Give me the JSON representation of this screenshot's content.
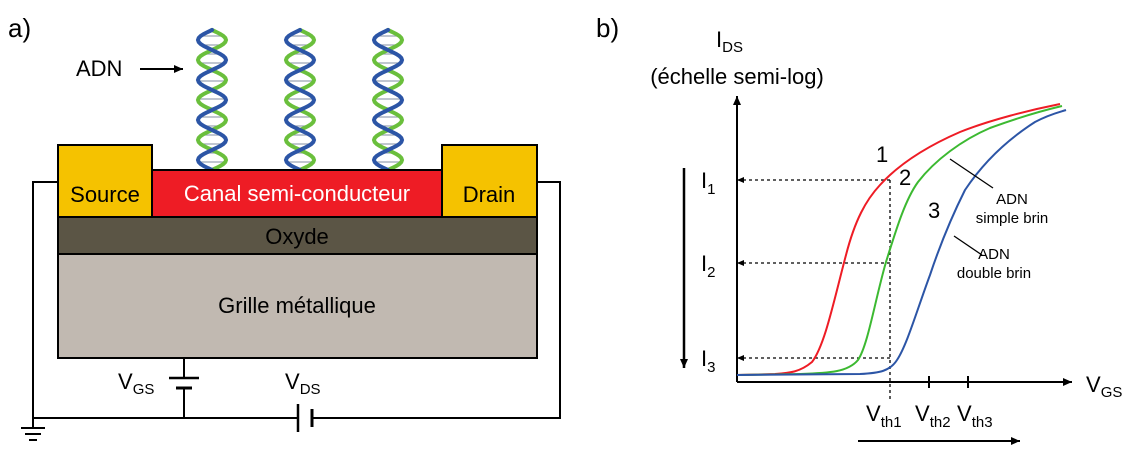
{
  "panel_a": {
    "label": "a)",
    "dna_label": "ADN",
    "source": "Source",
    "channel": "Canal semi-conducteur",
    "drain": "Drain",
    "oxide": "Oxyde",
    "gate": "Grille métallique",
    "vgs": {
      "main": "V",
      "sub": "GS"
    },
    "vds": {
      "main": "V",
      "sub": "DS"
    },
    "colors": {
      "electrode": "#f5c200",
      "channel": "#ee1c25",
      "oxide": "#5b5545",
      "gate": "#c1b9b1",
      "dna_green": "#6abf3c",
      "dna_blue": "#2c55a6"
    }
  },
  "panel_b": {
    "label": "b)",
    "y_axis": {
      "main": "I",
      "sub": "DS",
      "scale": "(échelle semi-log)"
    },
    "x_axis": {
      "main": "V",
      "sub": "GS"
    },
    "currents": [
      {
        "main": "I",
        "sub": "1"
      },
      {
        "main": "I",
        "sub": "2"
      },
      {
        "main": "I",
        "sub": "3"
      }
    ],
    "thresholds": [
      {
        "main": "V",
        "sub": "th1"
      },
      {
        "main": "V",
        "sub": "th2"
      },
      {
        "main": "V",
        "sub": "th3"
      }
    ],
    "curve_numbers": [
      "1",
      "2",
      "3"
    ],
    "annotation_single": [
      "ADN",
      "simple brin"
    ],
    "annotation_double": [
      "ADN",
      "double brin"
    ],
    "colors": {
      "curve1": "#ee1c25",
      "curve2": "#3cb931",
      "curve3": "#2c55a6"
    }
  }
}
